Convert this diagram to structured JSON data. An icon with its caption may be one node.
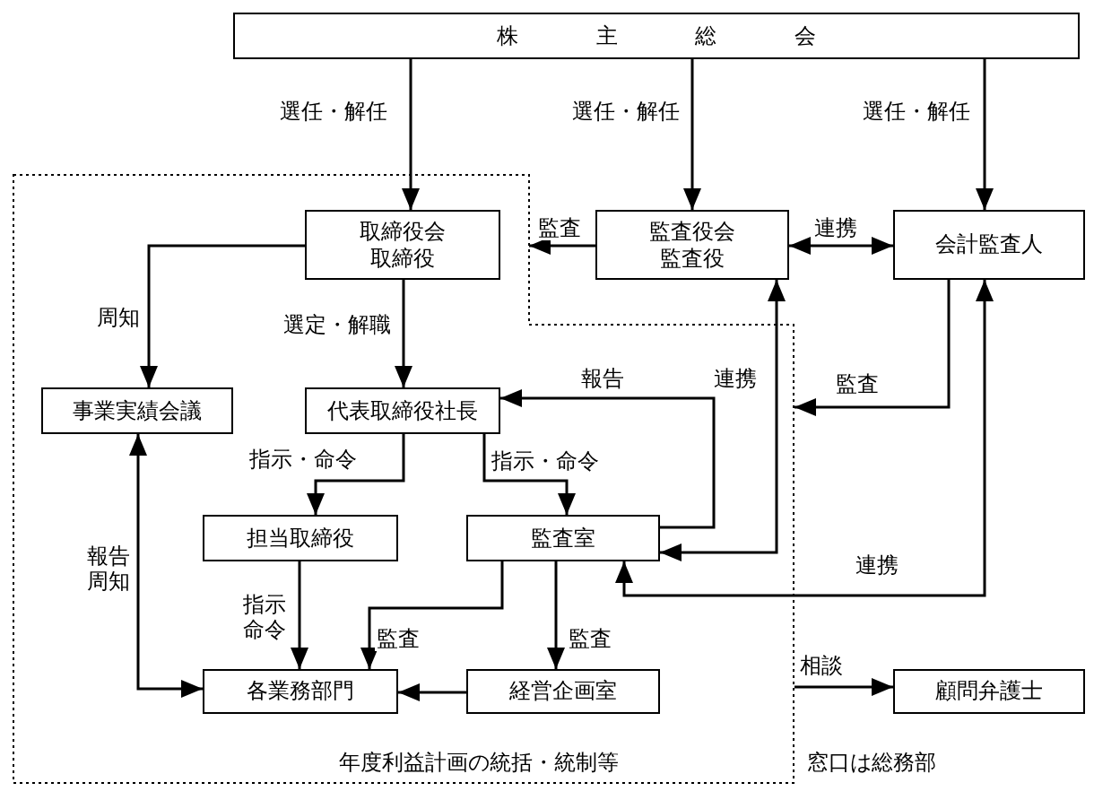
{
  "diagram": {
    "nodes": [
      {
        "text": [
          "株主総会"
        ]
      },
      {
        "text": [],
        "shape": "box"
      },
      {
        "text": [
          "取締役会",
          "取締役"
        ],
        "in": 1
      },
      {
        "text": [
          "監査役会",
          "監査役"
        ]
      },
      {
        "text": [
          "会計監査人"
        ]
      },
      {
        "text": [
          "事業実績会議"
        ],
        "in": 1
      },
      {
        "text": [
          "代表取締役社長"
        ],
        "in": 1
      },
      {
        "text": [
          "担当取締役"
        ],
        "in": 1
      },
      {
        "text": [
          "監査室"
        ],
        "in": 1
      },
      {
        "text": [
          "各業務部門"
        ],
        "in": 1
      },
      {
        "text": [
          "経営企画室"
        ],
        "in": 1
      },
      {
        "text": [
          "顧問弁護士"
        ]
      }
    ],
    "edges": [
      {
        "from": 0,
        "to": 2,
        "arrow": "to",
        "label": "選任・解任"
      },
      {
        "from": 0,
        "to": 3,
        "arrow": "to",
        "label": "選任・解任"
      },
      {
        "from": 0,
        "to": 4,
        "arrow": "to",
        "label": "選任・解任"
      },
      {
        "from": 3,
        "to": 1,
        "arrow": "to",
        "label": "監査"
      },
      {
        "from": 3,
        "to": 4,
        "arrow": "both",
        "label": "連携"
      },
      {
        "from": 2,
        "to": 5,
        "arrow": "to",
        "label": "周知"
      },
      {
        "from": 2,
        "to": 6,
        "arrow": "to",
        "label": "選定・解職"
      },
      {
        "from": 8,
        "to": 6,
        "arrow": "to",
        "label": "報告"
      },
      {
        "from": 8,
        "to": 3,
        "arrow": "both",
        "label": "連携"
      },
      {
        "from": 4,
        "to": 1,
        "arrow": "to",
        "label": "監査"
      },
      {
        "from": 4,
        "to": 8,
        "arrow": "both",
        "label": "連携"
      },
      {
        "from": 6,
        "to": 7,
        "arrow": "to",
        "label": "指示・命令"
      },
      {
        "from": 6,
        "to": 8,
        "arrow": "to",
        "label": "指示・命令"
      },
      {
        "from": 5,
        "to": 9,
        "arrow": "both",
        "label": "報告周知"
      },
      {
        "from": 7,
        "to": 9,
        "arrow": "to",
        "label": "指示命令"
      },
      {
        "from": 8,
        "to": 9,
        "arrow": "to",
        "label": "監査"
      },
      {
        "from": 8,
        "to": 10,
        "arrow": "to",
        "label": "監査"
      },
      {
        "from": 10,
        "to": 9,
        "arrow": "to"
      },
      {
        "from": 1,
        "to": 11,
        "arrow": "to",
        "label": "相談"
      }
    ],
    "labels": [
      "年度利益計画の統括・統制等",
      "窓口は総務部"
    ]
  }
}
